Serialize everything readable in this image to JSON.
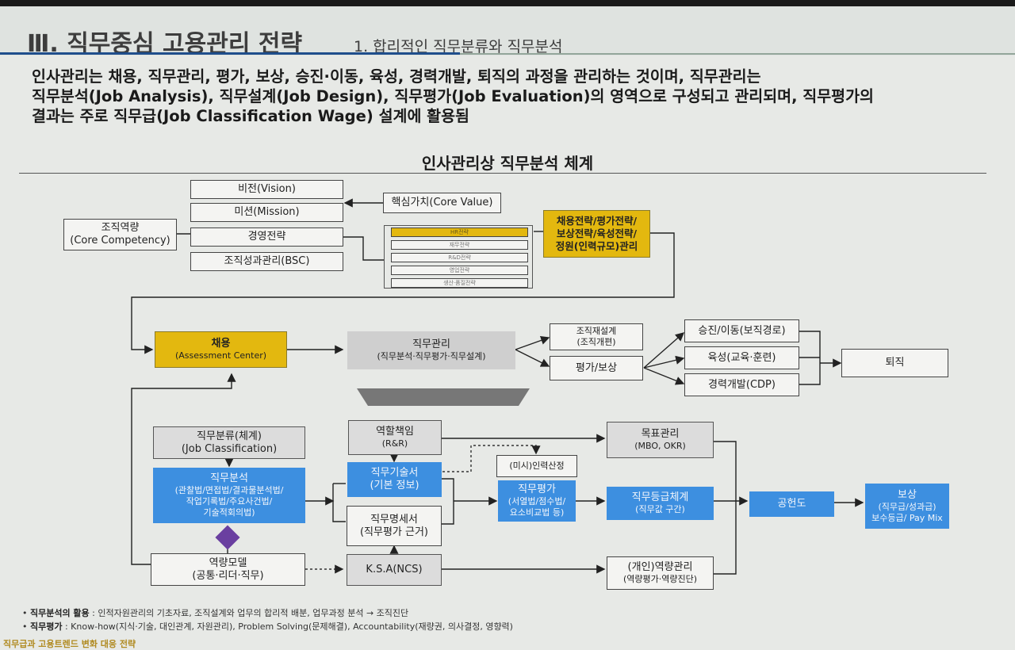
{
  "header": {
    "title": "Ⅲ. 직무중심 고용관리 전략",
    "subtitle": "1. 합리적인 직무분류와 직무분석"
  },
  "intro": [
    "인사관리는 채용, 직무관리, 평가, 보상, 승진·이동, 육성, 경력개발, 퇴직의 과정을 관리하는 것이며, 직무관리는",
    "직무분석(Job Analysis), 직무설계(Job Design), 직무평가(Job Evaluation)의 영역으로 구성되고 관리되며, 직무평가의",
    "결과는 주로 직무급(Job Classification Wage) 설계에 활용됨"
  ],
  "diagram_title": "인사관리상 직무분석 체계",
  "strategy": {
    "vision": "비전(Vision)",
    "mission": "미션(Mission)",
    "mgmt_strategy": "경영전략",
    "bsc": "조직성과관리(BSC)",
    "core_value": "핵심가치(Core Value)",
    "competency_1": "조직역량",
    "competency_2": "(Core Competency)",
    "hr_strategy_1": "채용전략/평가전략/",
    "hr_strategy_2": "보상전략/육성전략/",
    "hr_strategy_3": "정원(인력규모)관리",
    "sub_strategies": [
      "HR전략",
      "재무전략",
      "R&D전략",
      "영업전략",
      "생산·품질전략"
    ]
  },
  "flow": {
    "hire_1": "채용",
    "hire_2": "(Assessment Center)",
    "job_mgmt_1": "직무관리",
    "job_mgmt_2": "(직무분석·직무평가·직무설계)",
    "org_design_1": "조직재설계",
    "org_design_2": "(조직개편)",
    "eval_comp": "평가/보상",
    "promotion": "승진/이동(보직경로)",
    "training": "육성(교육·훈련)",
    "cdp": "경력개발(CDP)",
    "retire": "퇴직"
  },
  "analysis": {
    "classification_1": "직무분류(체계)",
    "classification_2": "(Job Classification)",
    "job_analysis_1": "직무분석",
    "job_analysis_2": "(관찰법/면접법/결과물분석법/",
    "job_analysis_3": "작업기록법/주요사건법/",
    "job_analysis_4": "기술적회의법)",
    "rnr_1": "역할책임",
    "rnr_2": "(R&R)",
    "job_desc_1": "직무기술서",
    "job_desc_2": "(기본 정보)",
    "job_spec_1": "직무명세서",
    "job_spec_2": "(직무평가 근거)",
    "competency_model_1": "역량모델",
    "competency_model_2": "(공통·리더·직무)",
    "ksa": "K.S.A(NCS)",
    "manpower": "(미시)인력산정",
    "goal_1": "목표관리",
    "goal_2": "(MBO, OKR)",
    "job_eval_1": "직무평가",
    "job_eval_2": "(서열법/점수법/",
    "job_eval_3": "요소비교법 등)",
    "grade_1": "직무등급체계",
    "grade_2": "(직무값 구간)",
    "contribution": "공헌도",
    "personal_comp_1": "(개인)역량관리",
    "personal_comp_2": "(역량평가·역량진단)",
    "reward_1": "보상",
    "reward_2": "(직무급/성과급)",
    "reward_3": "보수등급/ Pay Mix"
  },
  "notes": {
    "n1_label": "직무분석의 활용",
    "n1_text": ": 인적자원관리의 기초자료, 조직설계와 업무의 합리적 배분, 업무과정 분석 → 조직진단",
    "n2_label": "직무평가",
    "n2_text": ": Know-how(지식·기술, 대인관계, 자원관리), Problem Solving(문제해결), Accountability(재량권, 의사결정, 영향력)"
  },
  "footer": "직무급과 고용트렌드 변화 대응 전략",
  "colors": {
    "accent_yellow": "#e3b80f",
    "accent_blue": "#3d8fe0",
    "header_blue": "#1f4e8c",
    "diamond": "#6a3fa0"
  }
}
